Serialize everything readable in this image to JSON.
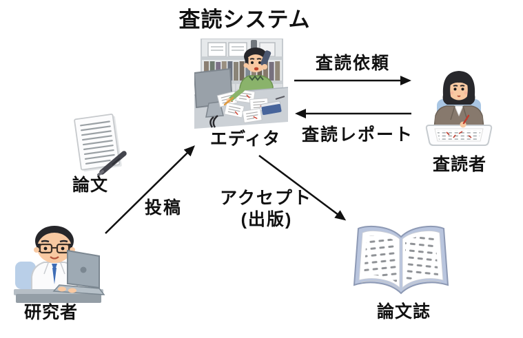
{
  "title": "査読システム",
  "colors": {
    "background": "#ffffff",
    "text": "#111111",
    "arrow": "#111111",
    "book_cover": "#b9c5de",
    "suit": "#87796d",
    "sweater": "#8ab36b",
    "labcoat": "#fbfbfc",
    "tie": "#3f6db5"
  },
  "diagram": {
    "type": "flow-diagram",
    "nodes": [
      {
        "id": "researcher",
        "label": "研究者",
        "icon": "researcher-at-laptop-illustration"
      },
      {
        "id": "paper",
        "label": "論文",
        "icon": "document-with-pen-illustration"
      },
      {
        "id": "editor",
        "label": "エディタ",
        "icon": "editor-at-desk-illustration"
      },
      {
        "id": "reviewer",
        "label": "査読者",
        "icon": "reviewer-marking-paper-illustration"
      },
      {
        "id": "journal",
        "label": "論文誌",
        "icon": "open-book-illustration"
      }
    ],
    "edges": [
      {
        "from": "editor",
        "to": "reviewer",
        "label": "査読依頼"
      },
      {
        "from": "reviewer",
        "to": "editor",
        "label": "査読レポート"
      },
      {
        "from": "researcher",
        "to": "editor",
        "label": "投稿"
      },
      {
        "from": "editor",
        "to": "journal",
        "label": "アクセプト",
        "sublabel": "(出版)"
      }
    ]
  }
}
